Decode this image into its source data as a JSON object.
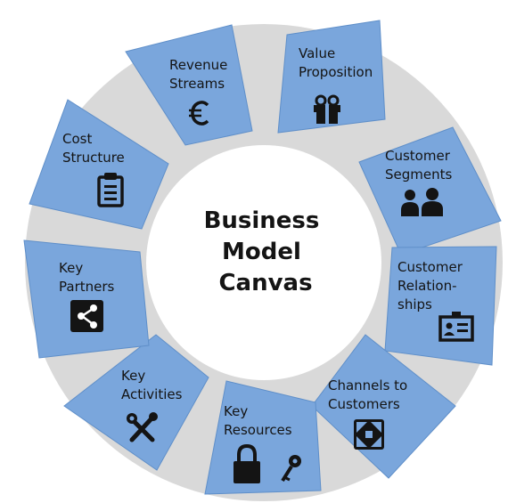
{
  "title": {
    "lines": [
      "Business",
      "Model",
      "Canvas"
    ]
  },
  "colors": {
    "ring": "#d9d9d9",
    "segment": "#7aa6dc",
    "segment_stroke": "#5f8fc9",
    "text": "#141414",
    "icon": "#141414"
  },
  "segments": [
    {
      "lines": [
        "Value",
        "Proposition"
      ],
      "icon": "gift-icon"
    },
    {
      "lines": [
        "Customer",
        "Segments"
      ],
      "icon": "users-icon"
    },
    {
      "lines": [
        "Customer",
        "Relation-",
        "ships"
      ],
      "icon": "contact-card-icon"
    },
    {
      "lines": [
        "Channels to",
        "Customers"
      ],
      "icon": "arrows-expand-icon"
    },
    {
      "lines": [
        "Key",
        "Resources"
      ],
      "icon": "lock-and-key-icon"
    },
    {
      "lines": [
        "Key",
        "Activities"
      ],
      "icon": "tools-icon"
    },
    {
      "lines": [
        "Key",
        "Partners"
      ],
      "icon": "share-icon"
    },
    {
      "lines": [
        "Cost",
        "Structure"
      ],
      "icon": "clipboard-icon"
    },
    {
      "lines": [
        "Revenue",
        "Streams"
      ],
      "icon": "euro-icon"
    }
  ]
}
